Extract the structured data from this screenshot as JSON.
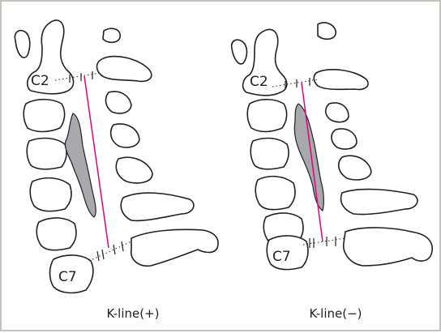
{
  "left_panel": {
    "label_top": "C2",
    "label_bottom": "C7",
    "caption": "K-line(+)"
  },
  "right_panel": {
    "label_top": "C2",
    "label_bottom": "C7",
    "caption": "K-line(−)"
  },
  "colors": {
    "k_line": "#e6007e",
    "lesion": "#a7a9ac",
    "outline": "#231f20",
    "frame": "#c6c1bb"
  }
}
